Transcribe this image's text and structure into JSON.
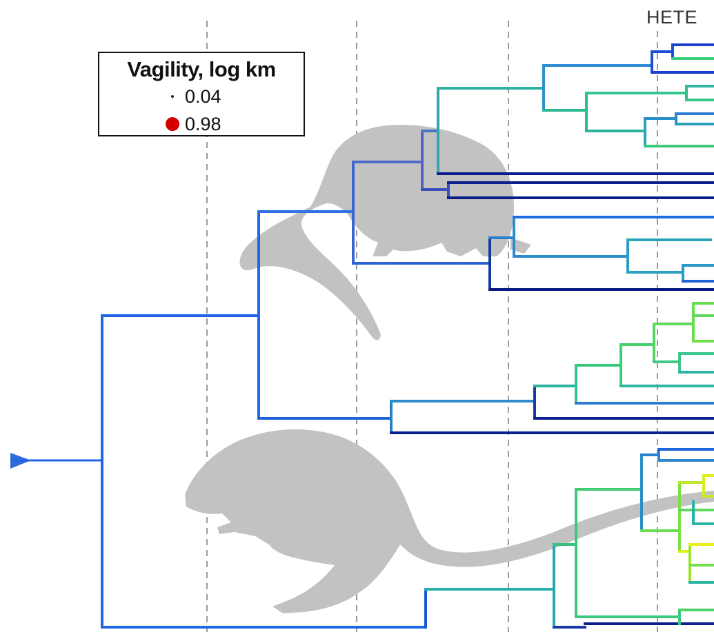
{
  "legend": {
    "title": "Vagility, log km",
    "entries": [
      {
        "label": "0.04",
        "marker": "small-black-dot"
      },
      {
        "label": "0.98",
        "marker": "large-red-dot",
        "color": "#d40000"
      }
    ]
  },
  "clade_label": "HETE",
  "colors": {
    "low_vagility": "#0a1a8c",
    "mid_vagility": "#1e6ee8",
    "high_vagility": "#7ae34a",
    "silhouette": "#bdbdbd",
    "gridline": "#999999"
  }
}
